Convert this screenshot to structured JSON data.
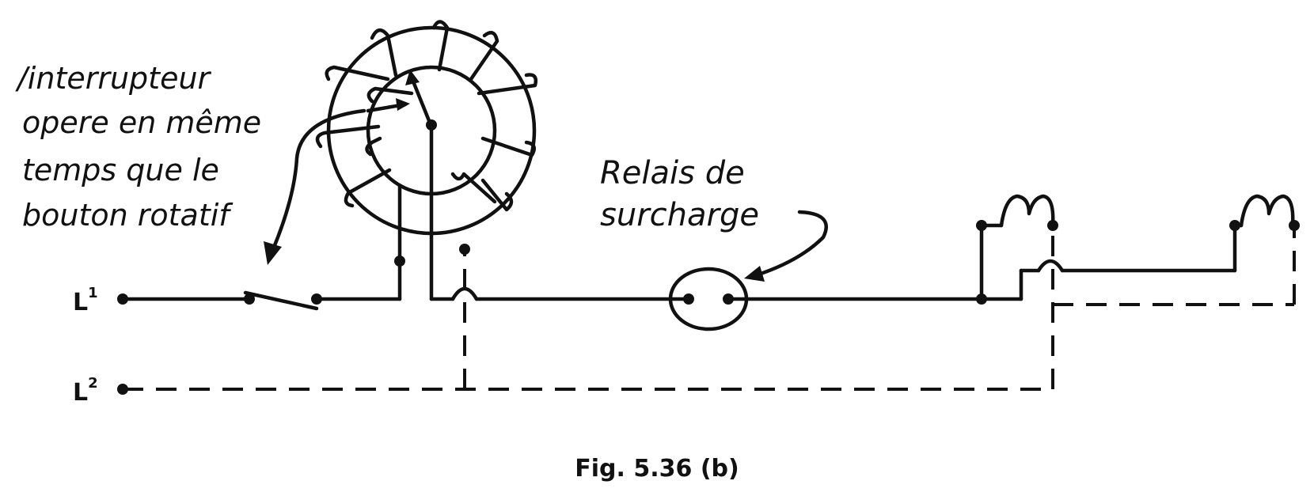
{
  "annotation_switch": {
    "lines": [
      "/interrupteur",
      "opere en même",
      "temps que le",
      "bouton rotatif"
    ]
  },
  "annotation_relay": {
    "lines": [
      "Relais de",
      "surcharge"
    ]
  },
  "line_labels": {
    "l1": "L",
    "l1_sup": "1",
    "l2": "L",
    "l2_sup": "2"
  },
  "caption": "Fig. 5.36 (b)"
}
